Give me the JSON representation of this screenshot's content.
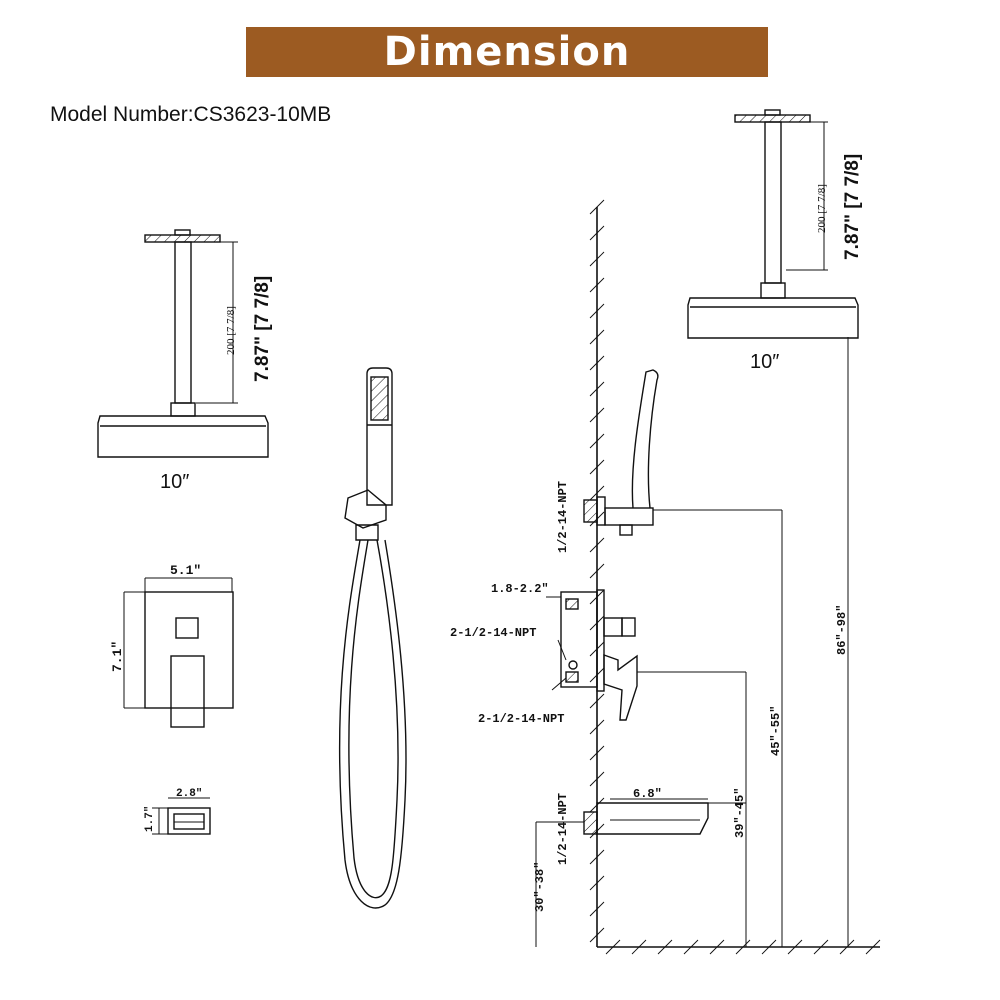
{
  "header": {
    "title": "Dimension"
  },
  "model": {
    "label": "Model Number:CS3623-10MB"
  },
  "colors": {
    "banner": "#9c5b22",
    "banner_text": "#ffffff",
    "line": "#111111"
  },
  "showerhead_left": {
    "arm_mm": "200 [7 7/8]",
    "arm_in": "7.87\" [7 7/8]",
    "width": "10″"
  },
  "showerhead_right": {
    "arm_mm": "200 [7 7/8]",
    "arm_in": "7.87\" [7 7/8]",
    "width": "10″"
  },
  "valve_plate": {
    "width": "5.1″",
    "height": "7.1″"
  },
  "diverter": {
    "width": "2.8″",
    "height": "1.7″"
  },
  "side_view": {
    "npt_top": "1/2-14-NPT",
    "depth": "1.8-2.2″",
    "npt_mid": "2-1/2-14-NPT",
    "npt_low": "2-1/2-14-NPT",
    "spout_length": "6.8″",
    "npt_bottom": "1/2-14-NPT",
    "h_spout": "30″-38″",
    "h_valve": "39″-45″",
    "h_handheld": "45″-55″",
    "h_head": "86″-98″"
  }
}
